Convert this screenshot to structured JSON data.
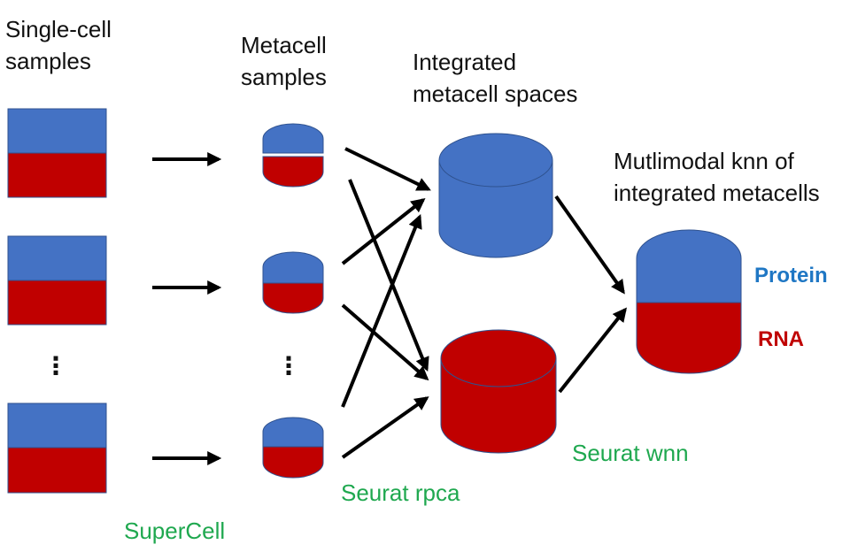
{
  "labels": {
    "single_cell_line1": "Single-cell",
    "single_cell_line2": "samples",
    "metacell_line1": "Metacell",
    "metacell_line2": "samples",
    "integrated_line1": "Integrated",
    "integrated_line2": "metacell spaces",
    "knn_line1": "Mutlimodal knn of",
    "knn_line2": "integrated metacells",
    "protein": "Protein",
    "rna": "RNA",
    "supercell": "SuperCell",
    "rpca": "Seurat rpca",
    "wnn": "Seurat wnn",
    "ellipsis": "⋮"
  },
  "colors": {
    "protein": "#4472c4",
    "rna": "#c00000",
    "tool_text": "#1fa84f",
    "protein_text": "#1f77c4"
  }
}
